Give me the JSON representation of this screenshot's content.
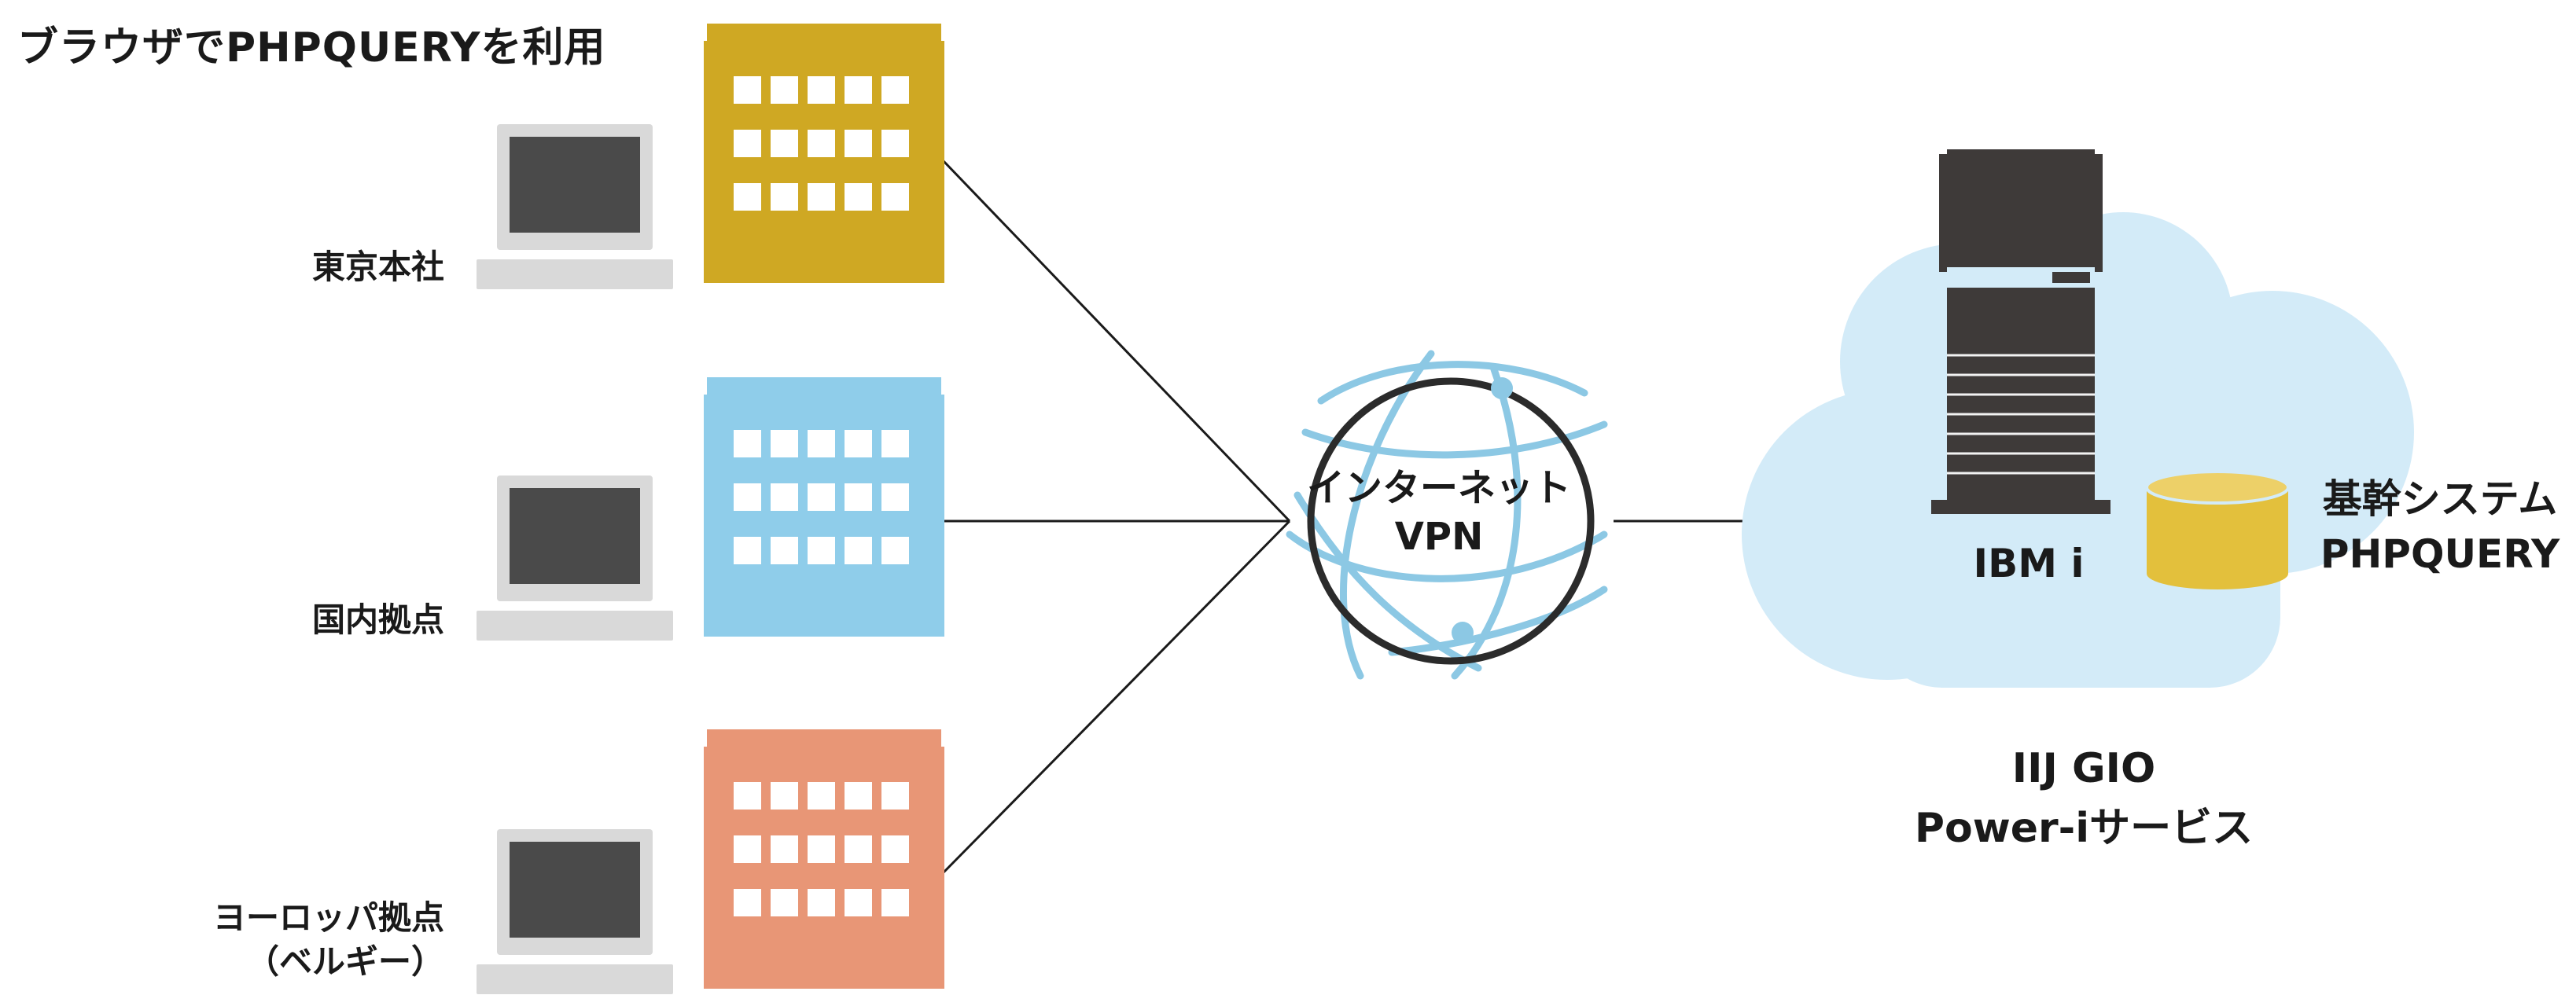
{
  "title": "ブラウザでPHPQUERYを利用",
  "sites": [
    {
      "label": "東京本社",
      "building_color": "#cfa823"
    },
    {
      "label": "国内拠点",
      "building_color": "#8fcdea"
    },
    {
      "label_line1": "ヨーロッパ拠点",
      "label_line2": "（ベルギー）",
      "building_color": "#e89676"
    }
  ],
  "network": {
    "line1": "インターネット",
    "line2": "VPN",
    "globe_color": "#8cc8e4"
  },
  "cloud": {
    "line1": "IIJ GIO",
    "line2": "Power-iサービス",
    "color": "#d3ebf8"
  },
  "server": {
    "label": "IBM i",
    "color": "#3e3a39"
  },
  "system": {
    "line1": "基幹システム",
    "line2": "PHPQUERY",
    "db_color": "#e3c03c"
  }
}
